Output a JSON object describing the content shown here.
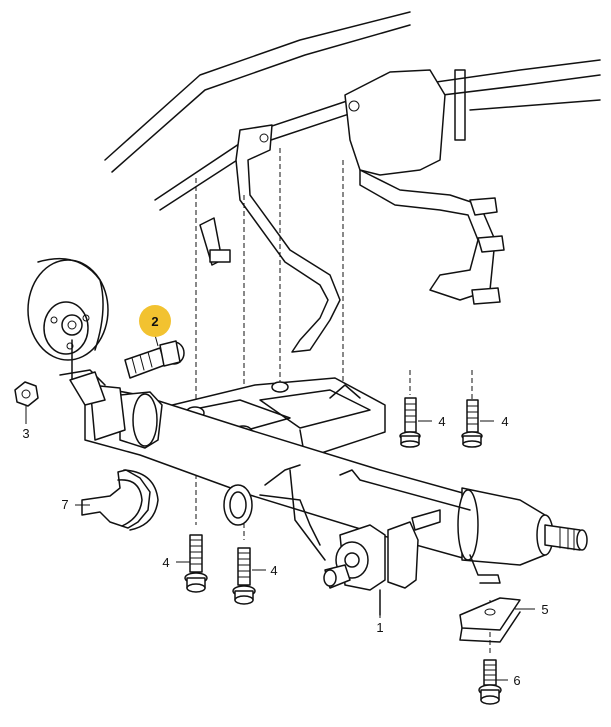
{
  "colors": {
    "line": "#111111",
    "background": "#ffffff",
    "highlight": "#f2c230"
  },
  "callouts": {
    "c1": "1",
    "c2": "2",
    "c3": "3",
    "c4a": "4",
    "c4b": "4",
    "c4c": "4",
    "c4d": "4",
    "c5": "5",
    "c6": "6",
    "c7": "7"
  },
  "highlighted_part": "2"
}
